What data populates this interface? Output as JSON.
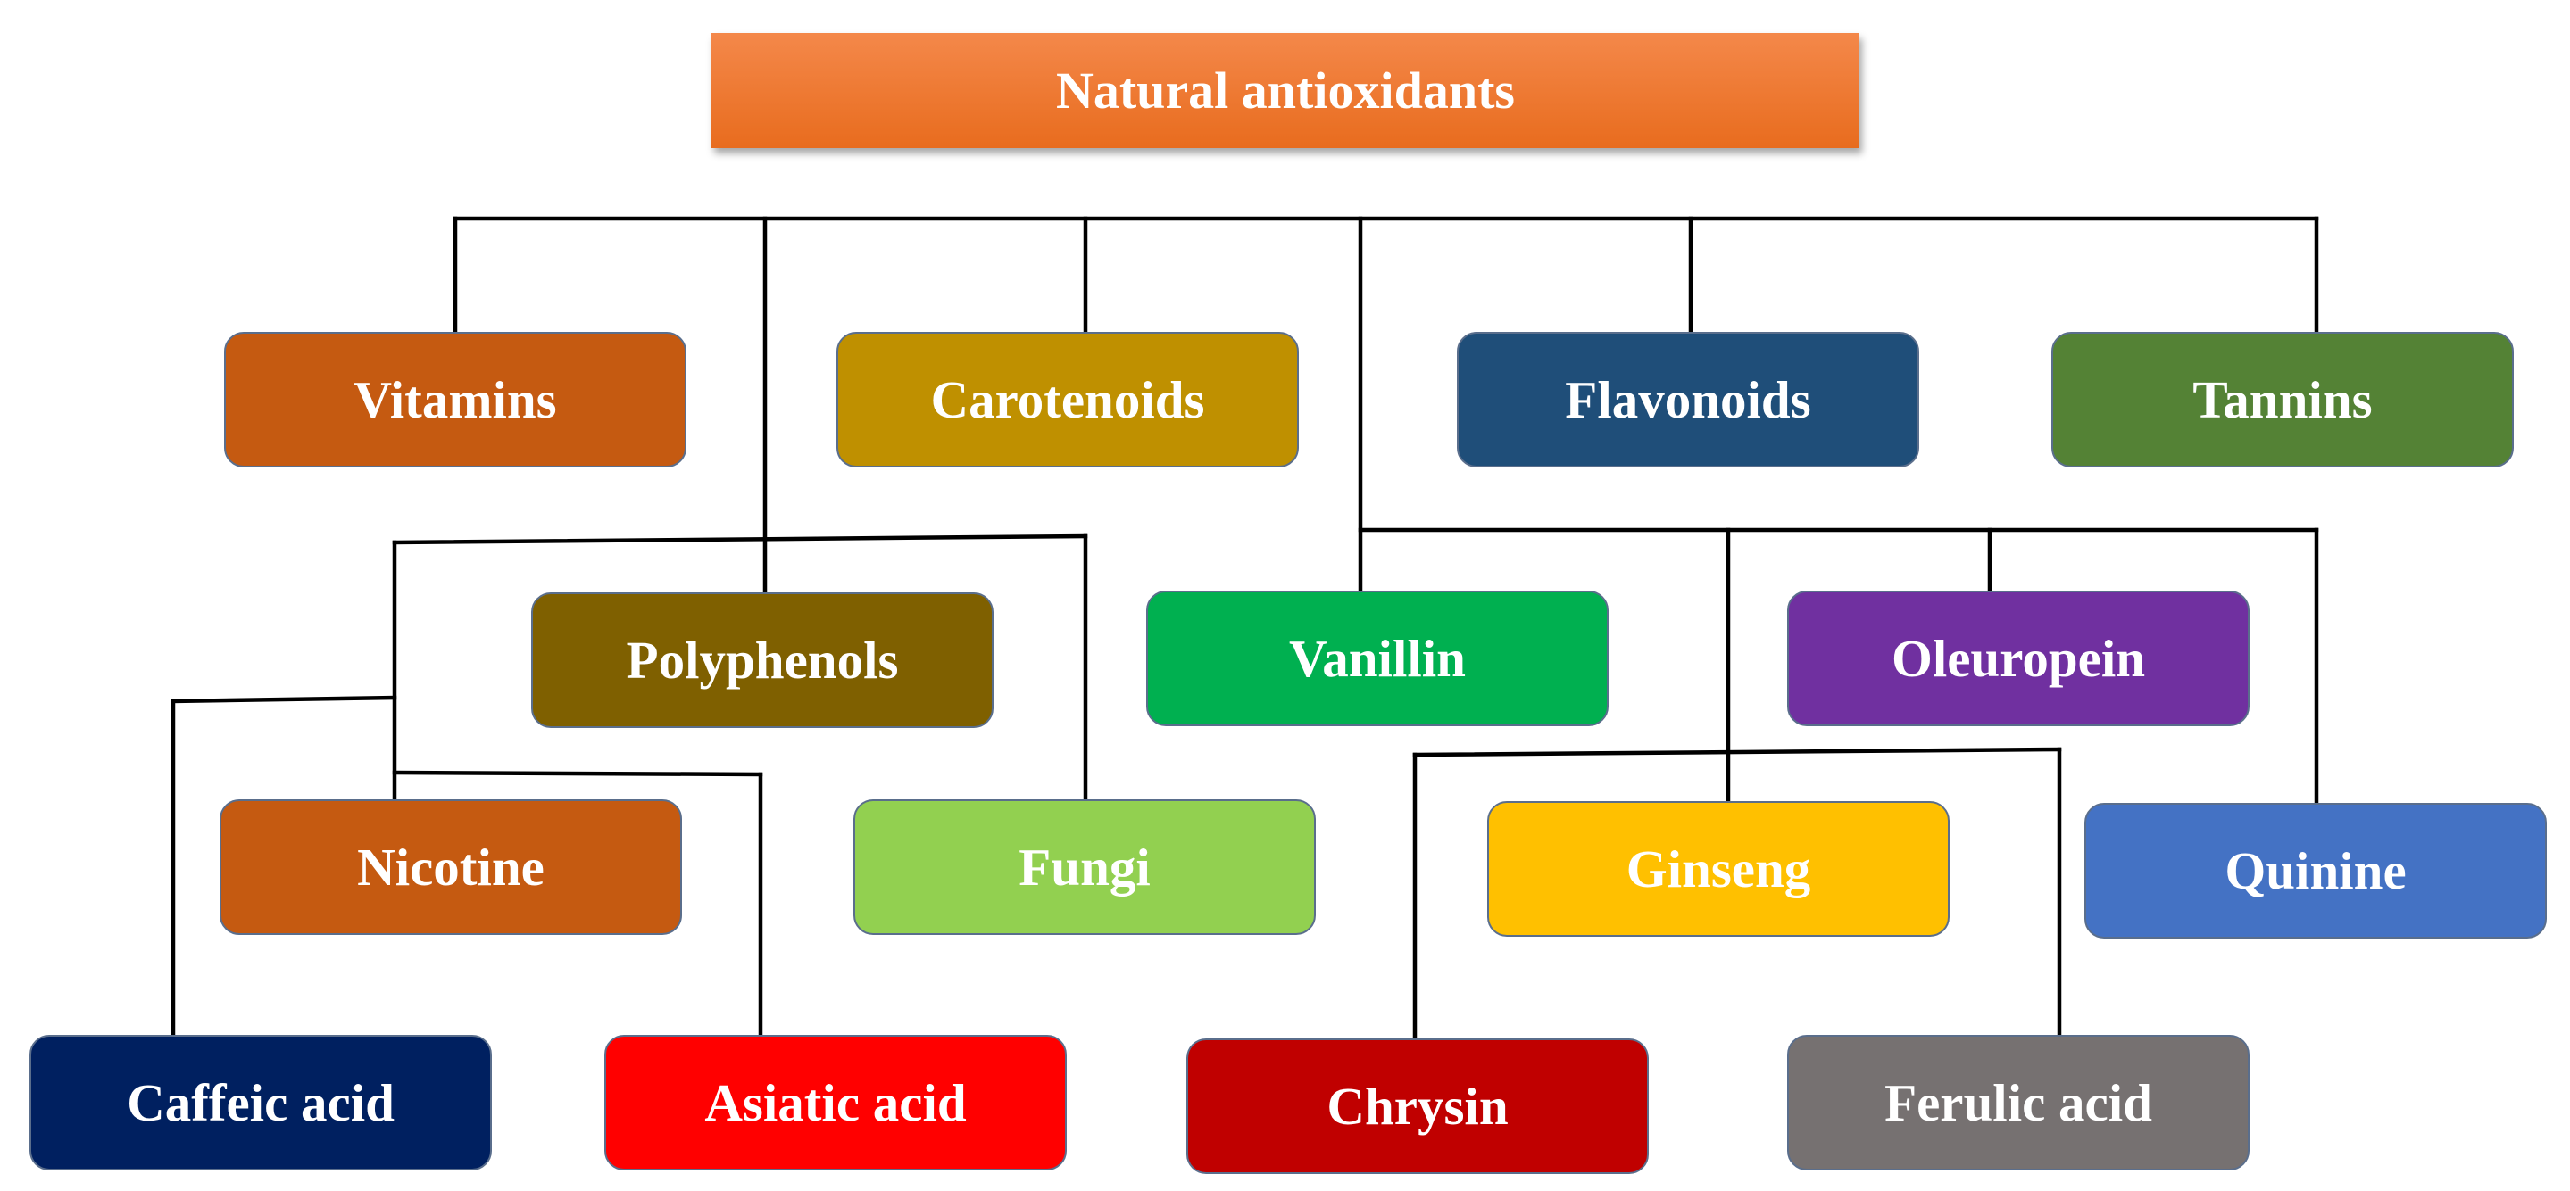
{
  "diagram": {
    "root": {
      "label": "Natural antioxidants",
      "color": "#ee7a32"
    },
    "nodes": {
      "vitamins": {
        "label": "Vitamins",
        "color": "#c55a11"
      },
      "carotenoids": {
        "label": "Carotenoids",
        "color": "#bf9000"
      },
      "flavonoids": {
        "label": "Flavonoids",
        "color": "#1f4e79"
      },
      "tannins": {
        "label": "Tannins",
        "color": "#548235"
      },
      "polyphenols": {
        "label": "Polyphenols",
        "color": "#7f6000"
      },
      "vanillin": {
        "label": "Vanillin",
        "color": "#00b050"
      },
      "oleuropein": {
        "label": "Oleuropein",
        "color": "#7030a0"
      },
      "nicotine": {
        "label": "Nicotine",
        "color": "#c55a11"
      },
      "fungi": {
        "label": "Fungi",
        "color": "#92d050"
      },
      "ginseng": {
        "label": "Ginseng",
        "color": "#ffc000"
      },
      "quinine": {
        "label": "Quinine",
        "color": "#4472c4"
      },
      "caffeic": {
        "label": "Caffeic acid",
        "color": "#002060"
      },
      "asiatic": {
        "label": "Asiatic acid",
        "color": "#ff0000"
      },
      "chrysin": {
        "label": "Chrysin",
        "color": "#c00000"
      },
      "ferulic": {
        "label": "Ferulic acid",
        "color": "#767171"
      }
    },
    "connector_color": "#000000"
  }
}
